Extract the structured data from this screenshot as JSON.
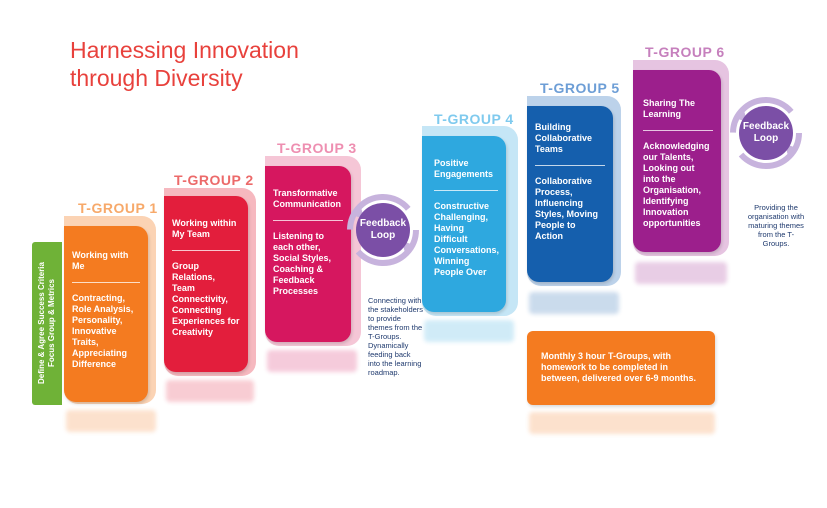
{
  "title": {
    "line1": "Harnessing Innovation",
    "line2": "through Diversity"
  },
  "side_bar": {
    "line1": "Define & Agree Success Criteria",
    "line2": "Focus Group & Metrics"
  },
  "groups": [
    {
      "label": "T-GROUP 1",
      "head": "Working with Me",
      "body": "Contracting, Role Analysis, Personality, Innovative Traits, Appreciating Difference",
      "color": "#f47b20",
      "label_color": "#f7a96a",
      "shadow": "#fbd3b4"
    },
    {
      "label": "T-GROUP 2",
      "head": "Working within My Team",
      "body": "Group Relations, Team Connectivity, Connecting Experiences for Creativity",
      "color": "#e31e3c",
      "label_color": "#ec6a6a",
      "shadow": "#f6b8bf"
    },
    {
      "label": "T-GROUP 3",
      "head": "Transformative Communication",
      "body": "Listening to each other, Social Styles, Coaching & Feedback Processes",
      "color": "#d6175f",
      "label_color": "#ee8fb1",
      "shadow": "#f5c6d6"
    },
    {
      "label": "T-GROUP 4",
      "head": "Positive Engagements",
      "body": "Constructive Challenging, Having Difficult Conversations, Winning People Over",
      "color": "#2ea8df",
      "label_color": "#7fcaee",
      "shadow": "#c5e6f6"
    },
    {
      "label": "T-GROUP 5",
      "head": "Building Collaborative Teams",
      "body": "Collaborative Process, Influencing Styles, Moving People to Action",
      "color": "#155fad",
      "label_color": "#6d9ed6",
      "shadow": "#bcd2ea"
    },
    {
      "label": "T-GROUP 6",
      "head": "Sharing The Learning",
      "body": "Acknowledging our Talents, Looking out into the Organisation, Identifying Innovation opportunities",
      "color": "#9c1f8c",
      "label_color": "#c680bd",
      "shadow": "#e6c4e1"
    }
  ],
  "feedback_loops": [
    {
      "line1": "Feedback",
      "line2": "Loop"
    },
    {
      "line1": "Feedback",
      "line2": "Loop"
    }
  ],
  "notes": {
    "stakeholders": "Connecting with the stakeholders to provide themes from the T-Groups. Dynamically feeding back into the learning roadmap.",
    "organisation": "Providing the organisation with maturing themes from the T-Groups."
  },
  "schedule": "Monthly 3 hour T-Groups, with homework to be completed in between, delivered over 6-9 months.",
  "colors": {
    "title": "#e8413c",
    "side_bar": "#6fb237",
    "loop": "#7b4fa6",
    "note": "#1f3a6e"
  }
}
